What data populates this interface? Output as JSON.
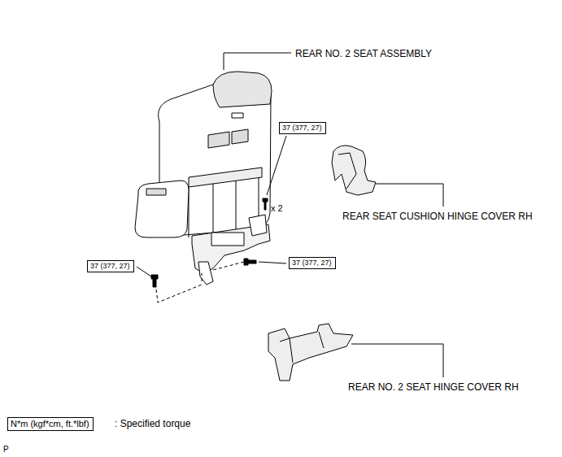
{
  "diagram": {
    "nodes": [
      {
        "text": [
          "37 (377, 27)"
        ]
      },
      {
        "text": [
          "37 (377, 27)"
        ]
      },
      {
        "text": [
          "37 (377, 27)"
        ]
      },
      {
        "text": [
          "N*m (kgf*cm, ft.*lbf)"
        ]
      }
    ],
    "labels": [
      "REAR NO. 2 SEAT ASSEMBLY",
      "x 2",
      "REAR SEAT CUSHION HINGE COVER RH",
      "REAR NO. 2 SEAT HINGE COVER RH",
      ": Specified torque",
      "P"
    ]
  }
}
